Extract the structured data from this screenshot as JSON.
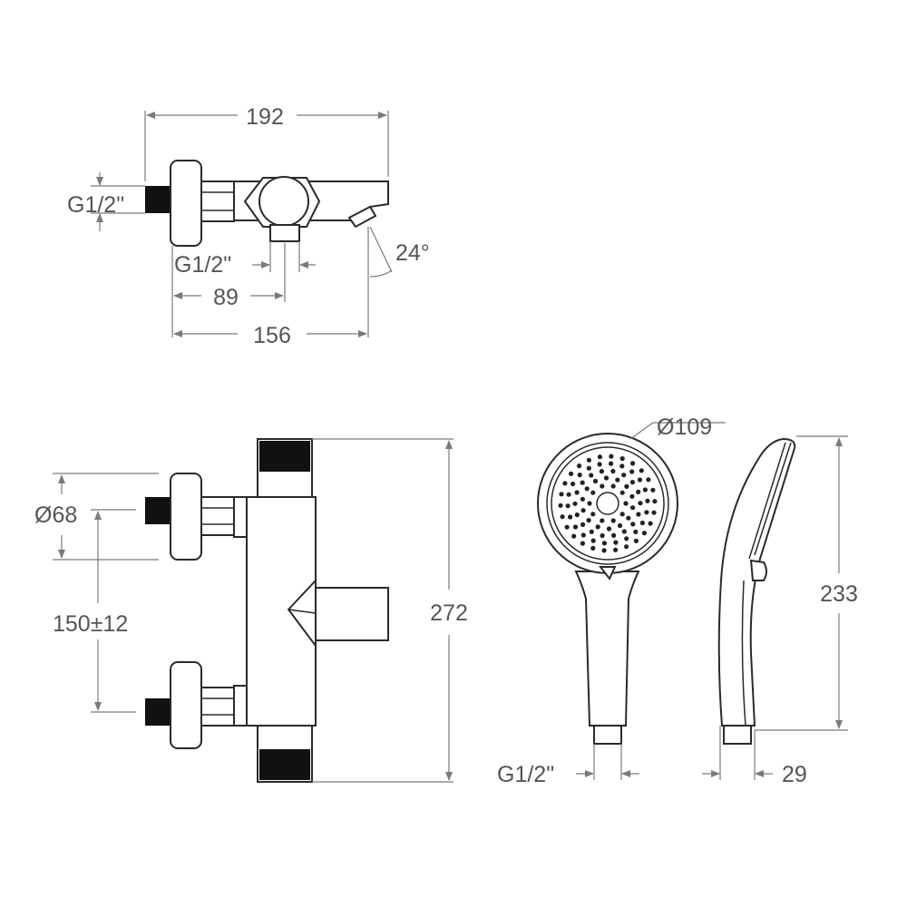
{
  "dimensions": {
    "top_width_total": "192",
    "top_inlet_thread": "G1/2\"",
    "top_outlet_thread": "G1/2\"",
    "top_spout_angle": "24°",
    "top_outlet_offset": "89",
    "top_spout_reach": "156",
    "escutcheon_diameter": "Ø68",
    "inlet_spacing": "150±12",
    "mixer_height": "272",
    "shower_head_diameter": "Ø109",
    "shower_length": "233",
    "shower_thread": "G1/2\"",
    "shower_handle_depth": "29"
  },
  "colors": {
    "outline": "#2a2a2a",
    "dimension_line": "#7a7a7a",
    "dimension_text": "#555555",
    "background": "#ffffff"
  }
}
